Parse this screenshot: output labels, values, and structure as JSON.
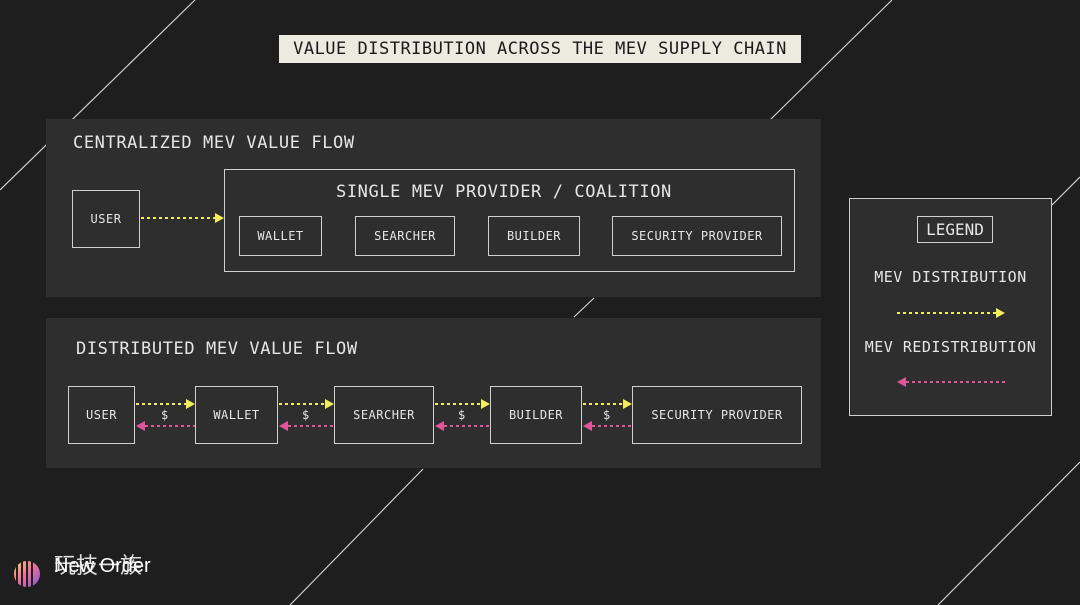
{
  "title": "VALUE DISTRIBUTION ACROSS THE MEV SUPPLY CHAIN",
  "centralized": {
    "title": "CENTRALIZED MEV VALUE FLOW",
    "user": "USER",
    "coalition_title": "SINGLE MEV PROVIDER / COALITION",
    "members": [
      "WALLET",
      "SEARCHER",
      "BUILDER",
      "SECURITY PROVIDER"
    ]
  },
  "distributed": {
    "title": "DISTRIBUTED MEV VALUE FLOW",
    "nodes": [
      "USER",
      "WALLET",
      "SEARCHER",
      "BUILDER",
      "SECURITY PROVIDER"
    ],
    "link_label": "$"
  },
  "legend": {
    "title": "LEGEND",
    "distribution": "MEV DISTRIBUTION",
    "redistribution": "MEV REDISTRIBUTION"
  },
  "colors": {
    "distribution": "#f2ee5a",
    "redistribution": "#e0559a"
  },
  "watermark": {
    "text": "New Order",
    "overlay": "玩技一族"
  }
}
